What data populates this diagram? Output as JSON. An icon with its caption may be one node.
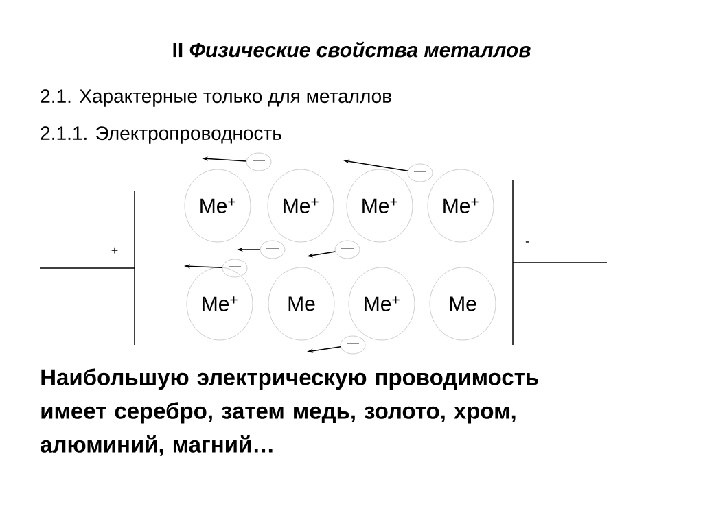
{
  "diagram": {
    "title": "II *Физические свойства металлов*",
    "nodes": [
      {
        "text": [
          "Me$^{+}$"
        ]
      },
      {
        "text": [
          "Me$^{+}$"
        ]
      },
      {
        "text": [
          "Me$^{+}$"
        ]
      },
      {
        "text": [
          "Me$^{+}$"
        ]
      },
      {
        "text": [
          "Me$^{+}$"
        ]
      },
      {
        "text": [
          "Me"
        ]
      },
      {
        "text": [
          "Me$^{+}$"
        ]
      },
      {
        "text": [
          "Me"
        ]
      },
      {
        "text": [
          "—"
        ]
      },
      {
        "text": [
          "—"
        ]
      },
      {
        "text": [
          "—"
        ]
      },
      {
        "text": [
          "—"
        ]
      },
      {
        "text": [
          "—"
        ]
      },
      {
        "text": [
          "—"
        ]
      }
    ],
    "edges": [
      {
        "from": 8,
        "to": null,
        "arrow": "to"
      },
      {
        "from": 9,
        "to": null,
        "arrow": "to"
      },
      {
        "from": 10,
        "to": null,
        "arrow": "to"
      },
      {
        "from": 11,
        "to": null,
        "arrow": "to"
      },
      {
        "from": 12,
        "to": null,
        "arrow": "to"
      },
      {
        "from": 13,
        "to": null,
        "arrow": "to"
      }
    ],
    "labels": [
      "2.1. Характерные только для металлов",
      "2.1.1. Электропроводность",
      "+",
      "-",
      "Наибольшую электрическую проводимость имеет серебро, затем медь, золото, хром, алюминий, магний…"
    ]
  }
}
